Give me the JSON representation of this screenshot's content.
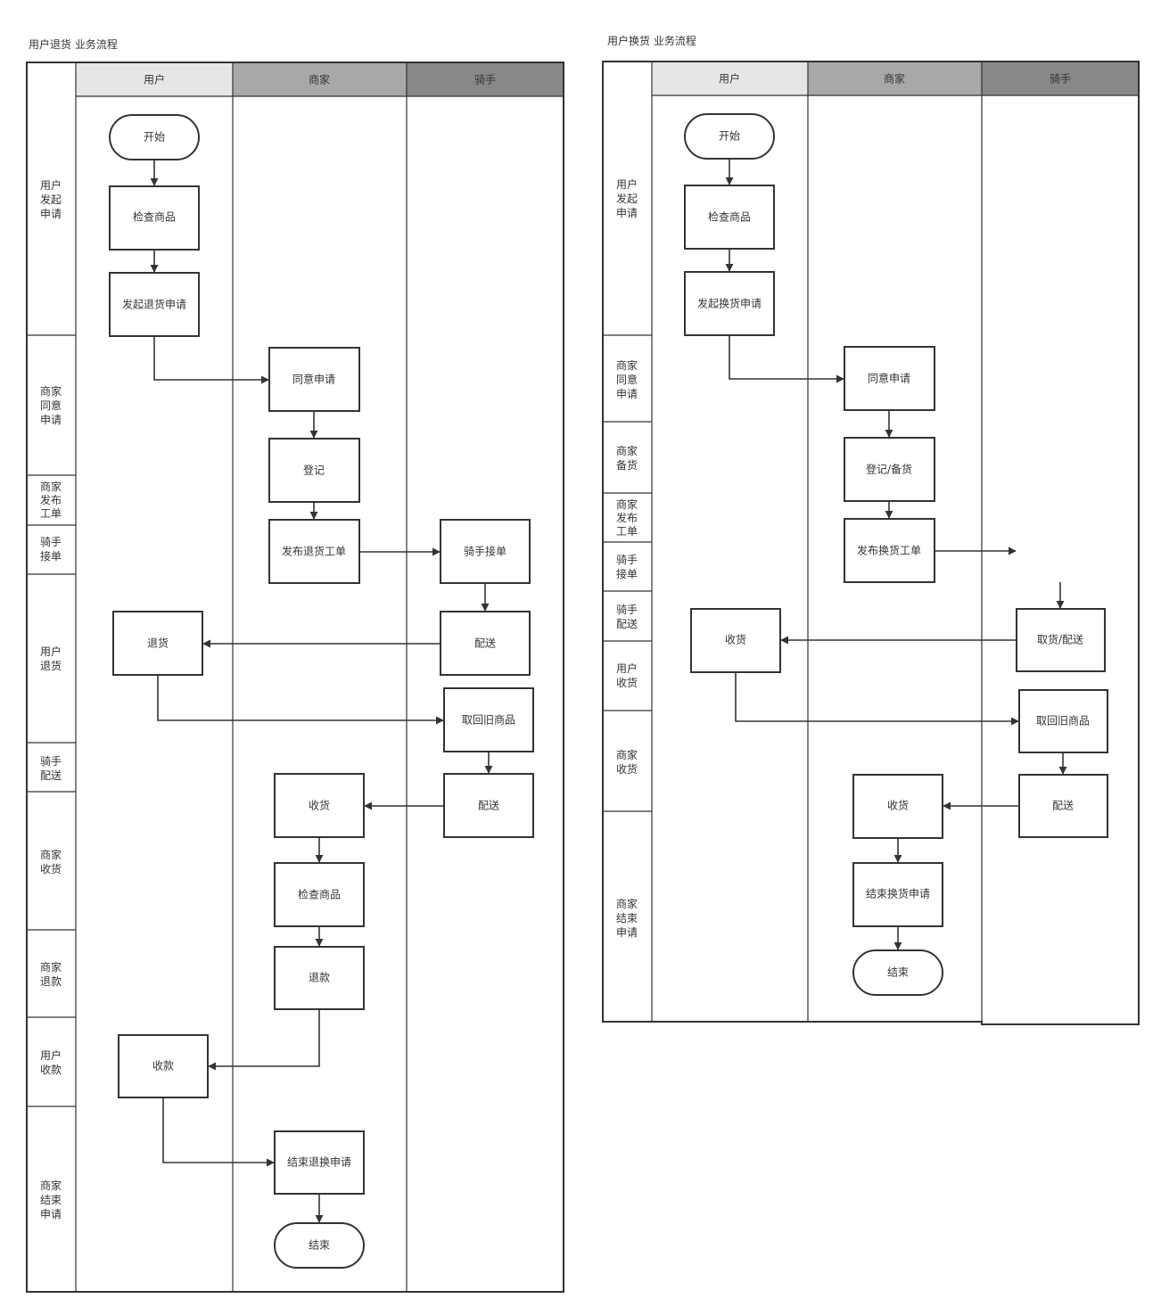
{
  "left": {
    "title": "用户退货 业务流程",
    "columns": [
      "用户",
      "商家",
      "骑手"
    ],
    "phases": [
      [
        "用户",
        "发起",
        "申请"
      ],
      [
        "商家",
        "同意",
        "申请"
      ],
      [
        "商家",
        "发布",
        "工单"
      ],
      [
        "骑手",
        "接单"
      ],
      [
        "用户",
        "退货"
      ],
      [
        "骑手",
        "配送"
      ],
      [
        "商家",
        "收货"
      ],
      [
        "商家",
        "退款"
      ],
      [
        "用户",
        "收款"
      ],
      [
        "商家",
        "结束",
        "申请"
      ]
    ],
    "nodes": {
      "start": "开始",
      "check": "检查商品",
      "apply": "发起退货申请",
      "agree": "同意申请",
      "register": "登记",
      "publish": "发布退货工单",
      "accept": "骑手接单",
      "deliver1": "配送",
      "ret": "退货",
      "retrieve": "取回旧商品",
      "deliver2": "配送",
      "receive": "收货",
      "check2": "检查商品",
      "refund": "退款",
      "collect": "收款",
      "finish": "结束退换申请",
      "end": "结束"
    }
  },
  "right": {
    "title": "用户换货 业务流程",
    "columns": [
      "用户",
      "商家",
      "骑手"
    ],
    "phases": [
      [
        "用户",
        "发起",
        "申请"
      ],
      [
        "商家",
        "同意",
        "申请"
      ],
      [
        "商家",
        "备货"
      ],
      [
        "商家",
        "发布",
        "工单"
      ],
      [
        "骑手",
        "接单"
      ],
      [
        "骑手",
        "配送"
      ],
      [
        "用户",
        "收货"
      ],
      [
        "商家",
        "收货"
      ],
      [
        "商家",
        "结束",
        "申请"
      ]
    ],
    "nodes": {
      "start": "开始",
      "check": "检查商品",
      "apply": "发起换货申请",
      "agree": "同意申请",
      "register": "登记/备货",
      "publish": "发布换货工单",
      "pickup": "取货/配送",
      "receive": "收货",
      "retrieve": "取回旧商品",
      "deliver": "配送",
      "receive2": "收货",
      "finish": "结束换货申请",
      "end": "结束"
    }
  },
  "colors": {
    "header_user": "#e6e6e6",
    "header_merchant": "#a8a8a8",
    "header_rider": "#888888",
    "stroke": "#333333"
  }
}
